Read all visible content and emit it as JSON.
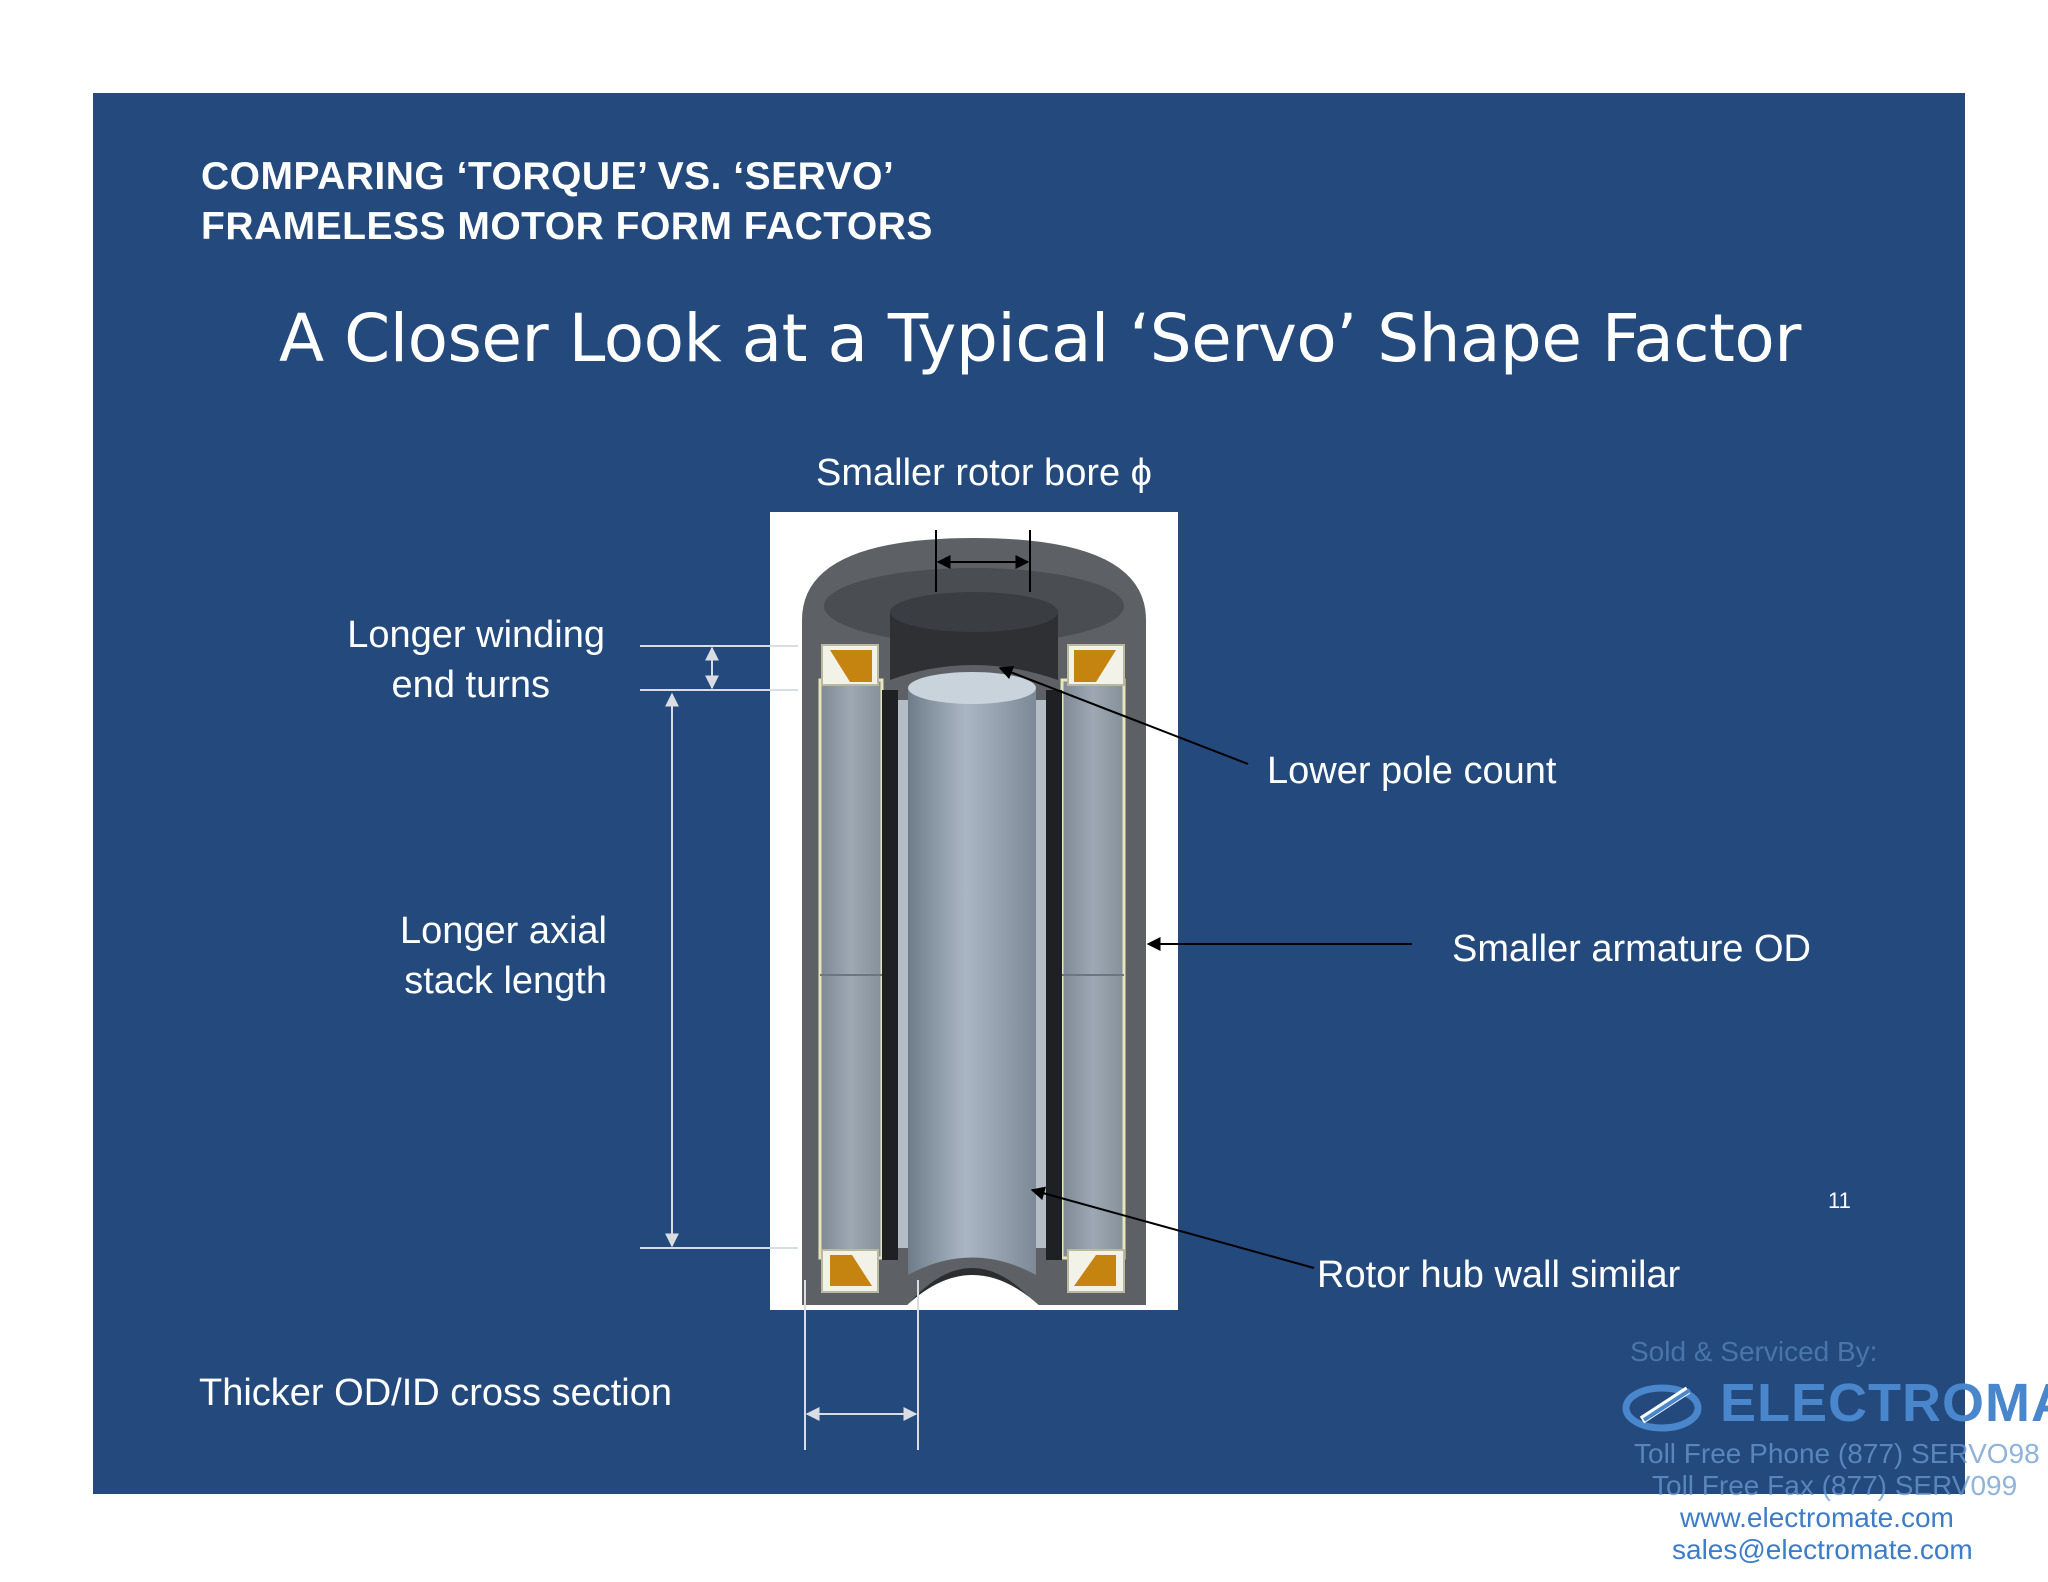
{
  "header": {
    "line1": "COMPARING ‘TORQUE’ VS. ‘SERVO’",
    "line2": "FRAMELESS MOTOR FORM FACTORS"
  },
  "title": "A Closer Look at a Typical ‘Servo’ Shape Factor",
  "labels": {
    "rotor_bore": "Smaller rotor bore ϕ",
    "winding_line1": "Longer winding",
    "winding_line2": "end turns",
    "pole_count": "Lower pole count",
    "axial_line1": "Longer axial",
    "axial_line2": "stack length",
    "armature_od": "Smaller armature OD",
    "hub_wall": "Rotor hub wall similar",
    "cross_section": "Thicker OD/ID cross section"
  },
  "page_number": "11",
  "logo": {
    "sold_by": "Sold & Serviced By:",
    "brand": "ELECTROMATE",
    "phone": "Toll Free Phone (877) SERVO98",
    "fax": "Toll Free Fax (877) SERV099",
    "web": "www.electromate.com",
    "email": "sales@electromate.com"
  },
  "colors": {
    "slide_bg": "#23497d",
    "text": "#ffffff",
    "brand": "#4a86cc"
  }
}
